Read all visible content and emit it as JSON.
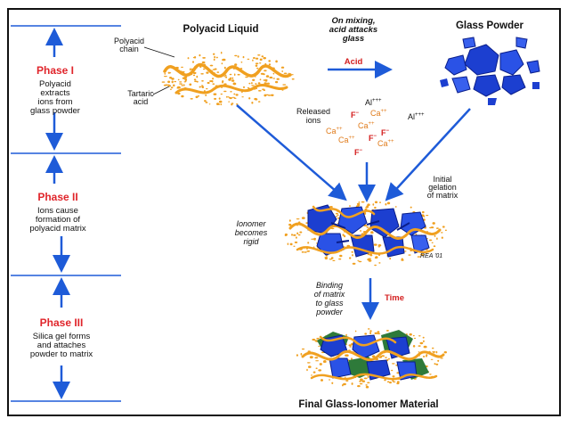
{
  "colors": {
    "blue_arrow": "#1e5bd8",
    "phase_red": "#e0252b",
    "ion_orange": "#e07b1a",
    "ion_red": "#d42020",
    "chain_orange": "#f0a020",
    "glass_blue": "#1c3fd0",
    "glass_dark": "#0a1e8a",
    "matrix_green": "#2e7a3a",
    "frame": "#111111"
  },
  "phases": [
    {
      "title": "Phase I",
      "lines": [
        "Polyacid",
        "extracts",
        "ions from",
        "glass powder"
      ]
    },
    {
      "title": "Phase II",
      "lines": [
        "Ions cause",
        "formation of",
        "polyacid matrix"
      ]
    },
    {
      "title": "Phase III",
      "lines": [
        "Silica gel forms",
        "and attaches",
        "powder to matrix"
      ]
    }
  ],
  "labels": {
    "polyacid_liquid": "Polyacid Liquid",
    "polyacid_chain": [
      "Polyacid",
      "chain"
    ],
    "tartaric_acid": [
      "Tartaric",
      "acid"
    ],
    "on_mixing": [
      "On mixing,",
      "acid attacks",
      "glass"
    ],
    "acid": "Acid",
    "glass_powder": "Glass Powder",
    "released_ions": [
      "Released",
      "ions"
    ],
    "initial_gelation": [
      "Initial",
      "gelation",
      "of matrix"
    ],
    "ionomer_rigid": [
      "Ionomer",
      "becomes",
      "rigid"
    ],
    "signature": "REA '01",
    "binding": [
      "Binding",
      "of matrix",
      "to glass",
      "powder"
    ],
    "time": "Time",
    "final": "Final Glass-Ionomer Material"
  },
  "ions": {
    "al_1": "Al",
    "al_1_sup": "+++",
    "al_2": "Al",
    "al_2_sup": "+++",
    "f_1": "F",
    "f_1_sup": "−",
    "ca_1": "Ca",
    "ca_1_sup": "++",
    "ca_2": "Ca",
    "ca_2_sup": "++",
    "ca_3": "Ca",
    "ca_3_sup": "++",
    "f_2": "F",
    "f_2_sup": "−",
    "f_3": "F",
    "f_3_sup": "−",
    "ca_4": "Ca",
    "ca_4_sup": "++",
    "ca_5": "Ca",
    "ca_5_sup": "++",
    "f_4": "F",
    "f_4_sup": "−"
  }
}
